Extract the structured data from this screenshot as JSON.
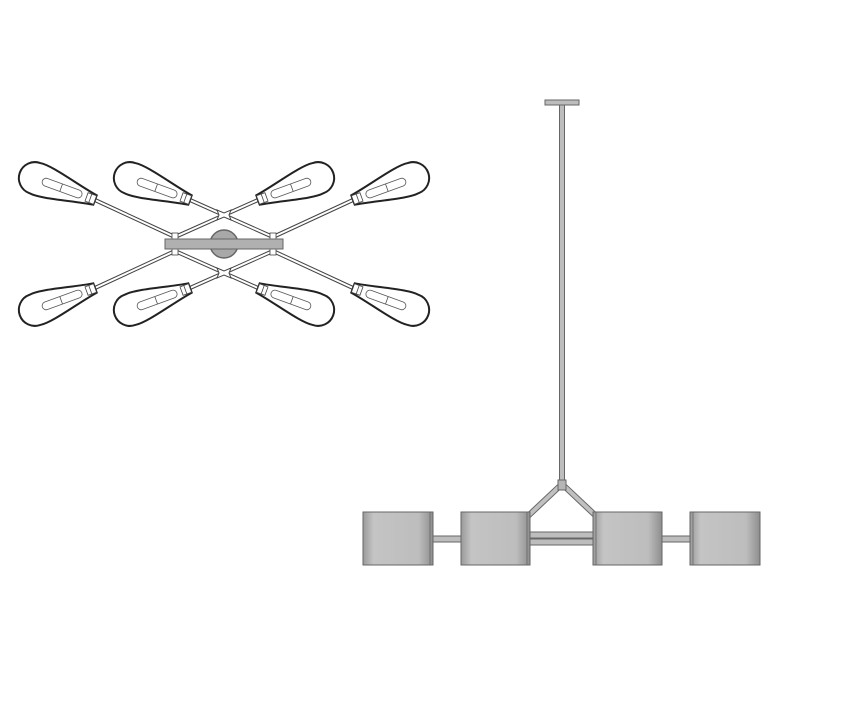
{
  "colors": {
    "background": "#ffffff",
    "outline": "#222222",
    "metal": "#bdbdbd",
    "metal_edge": "#7a7a7a"
  },
  "views": [
    {
      "id": "top-view",
      "shade_count": 8
    },
    {
      "id": "side-view",
      "shade_count": 4
    }
  ]
}
